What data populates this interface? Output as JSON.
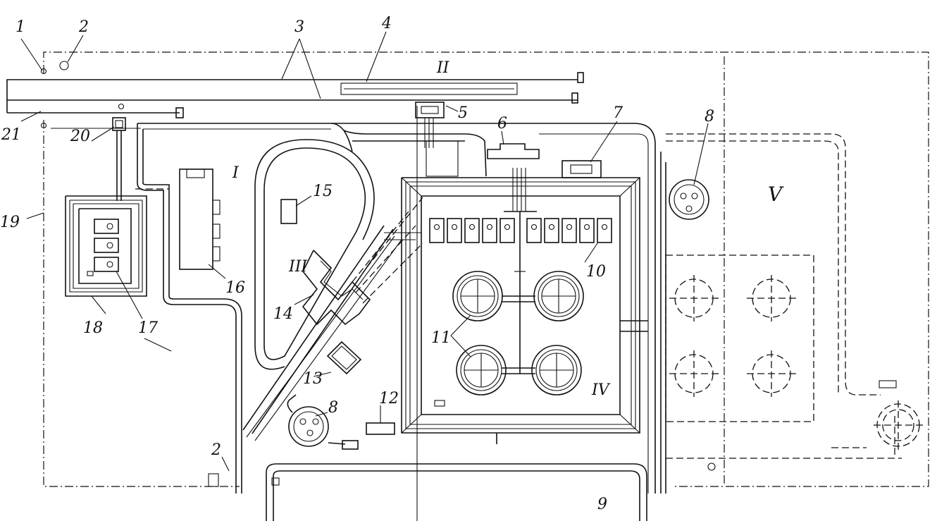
{
  "labels": {
    "n1": "1",
    "n2": "2",
    "n3": "3",
    "n4": "4",
    "n5": "5",
    "n6": "6",
    "n7": "7",
    "n8": "8",
    "n9": "9",
    "n10": "10",
    "n11": "11",
    "n12": "12",
    "n13": "13",
    "n14": "14",
    "n15": "15",
    "n16": "16",
    "n17": "17",
    "n18": "18",
    "n19": "19",
    "n20": "20",
    "n21": "21",
    "zone_I": "I",
    "zone_II": "II",
    "zone_III": "III",
    "zone_IV": "IV",
    "zone_V": "V"
  }
}
